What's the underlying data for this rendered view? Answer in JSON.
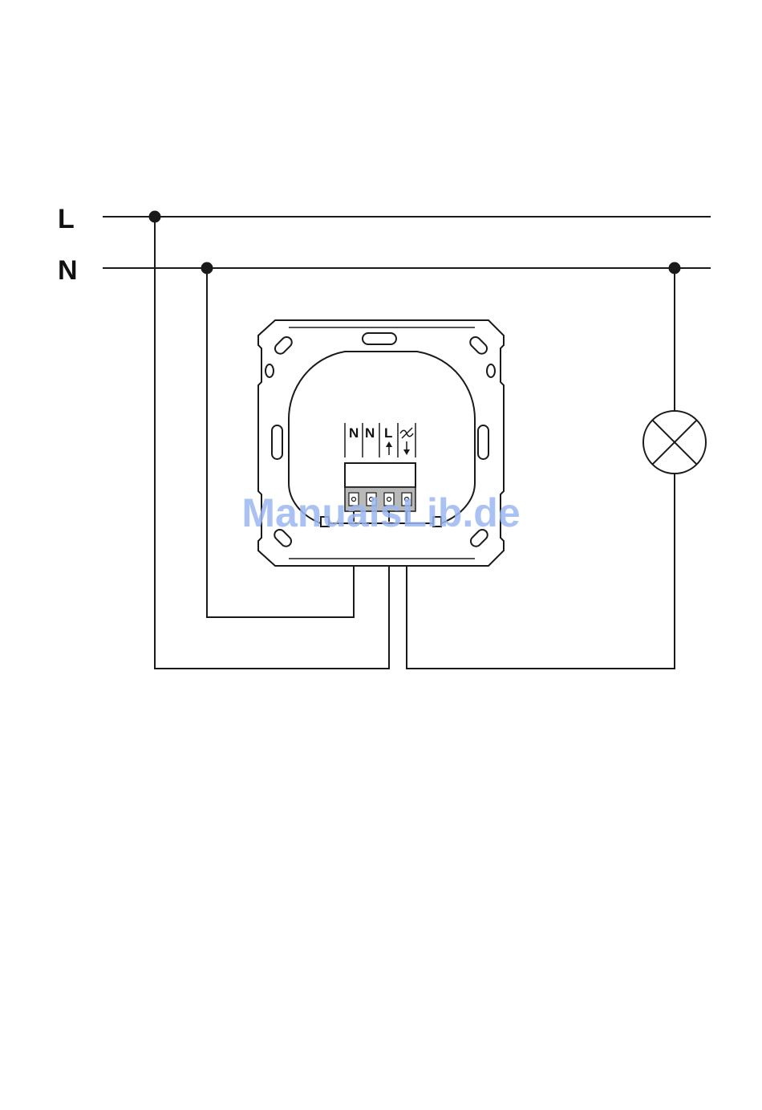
{
  "bus_labels": {
    "line": "L",
    "neutral": "N"
  },
  "terminal_labels": [
    "N",
    "N",
    "L",
    ""
  ],
  "watermark": {
    "text": "ManualsLib.de",
    "color": "#9bb8f2"
  },
  "colors": {
    "ink": "#1a1a1a",
    "terminal_block": "#b9b9b9"
  }
}
